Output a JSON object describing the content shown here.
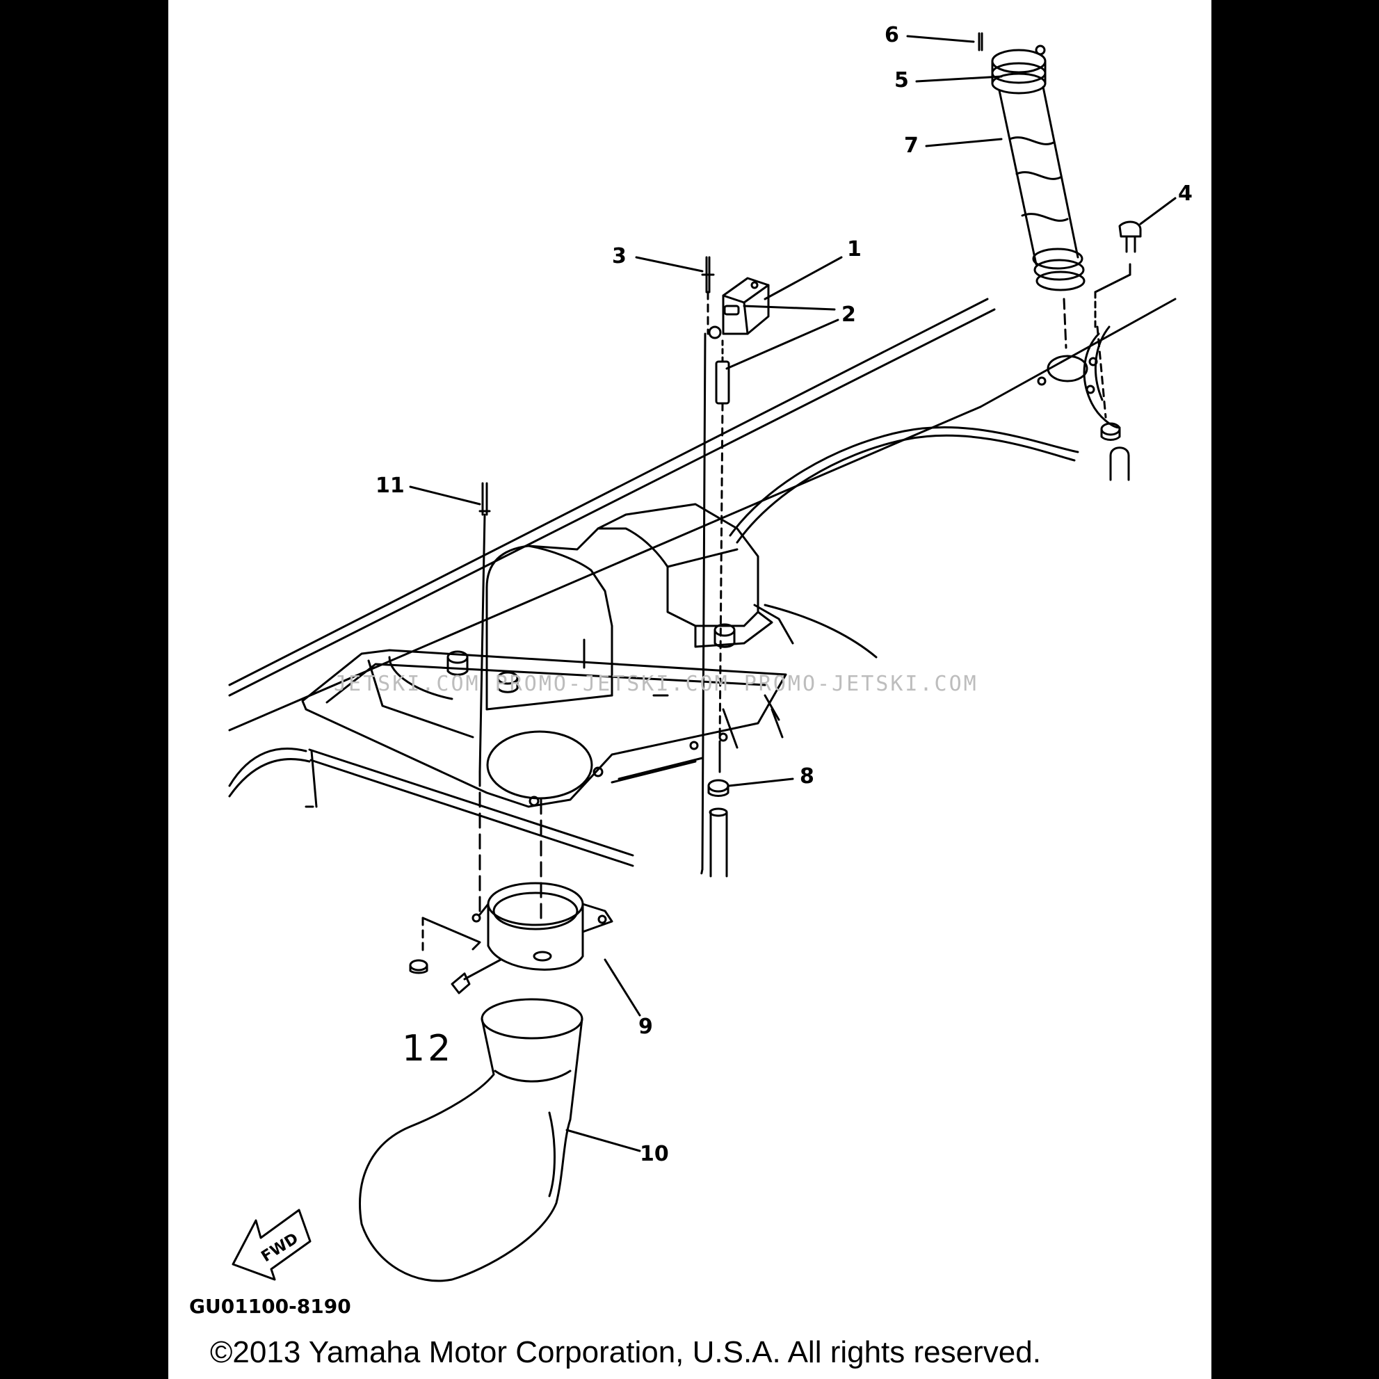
{
  "callouts": {
    "c1": "1",
    "c2": "2",
    "c3": "3",
    "c4": "4",
    "c5": "5",
    "c6": "6",
    "c7": "7",
    "c8": "8",
    "c9": "9",
    "c10": "10",
    "c11": "11",
    "c12": "12"
  },
  "fwd_label": "FWD",
  "part_code": "GU01100-8190",
  "watermark": "JETSKI.COM   PROMO-JETSKI.COM   PROMO-JETSKI.COM",
  "copyright": "©2013 Yamaha Motor Corporation, U.S.A. All rights reserved."
}
